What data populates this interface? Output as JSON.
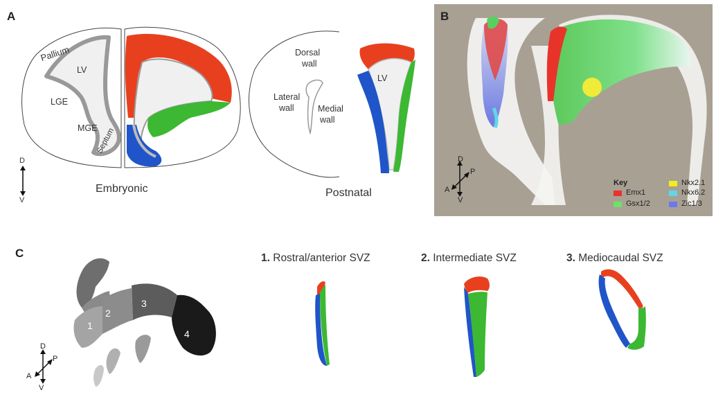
{
  "panel_a": {
    "letter": "A",
    "embryonic": {
      "pallium": "Pallium",
      "lv": "LV",
      "lge": "LGE",
      "mge": "MGE",
      "septum": "Septum",
      "axis_d": "D",
      "axis_v": "V",
      "caption": "Embryonic"
    },
    "postnatal": {
      "dorsal_wall": [
        "Dorsal",
        "wall"
      ],
      "lateral_wall": [
        "Lateral",
        "wall"
      ],
      "medial_wall": [
        "Medial",
        "wall"
      ],
      "lv": "LV",
      "caption": "Postnatal"
    }
  },
  "panel_b": {
    "letter": "B",
    "axes": {
      "d": "D",
      "p": "P",
      "a": "A",
      "v": "V"
    },
    "key": {
      "title": "Key",
      "items": [
        {
          "label": "Emx1",
          "color": "#e8332a"
        },
        {
          "label": "Nkx2.1",
          "color": "#f2ee1c"
        },
        {
          "label": "Gsx1/2",
          "color": "#6fe06a"
        },
        {
          "label": "Nkx6.2",
          "color": "#5fd8e6"
        },
        {
          "label": "Zic1/3",
          "color": "#6b78f0"
        }
      ]
    }
  },
  "panel_c": {
    "letter": "C",
    "axes": {
      "d": "D",
      "p": "P",
      "a": "A",
      "v": "V"
    },
    "segments": [
      "1",
      "2",
      "3",
      "4"
    ],
    "titles": [
      {
        "num": "1.",
        "text": " Rostral/anterior SVZ"
      },
      {
        "num": "2.",
        "text": " Intermediate SVZ"
      },
      {
        "num": "3.",
        "text": " Mediocaudal SVZ"
      }
    ]
  },
  "colors": {
    "red": "#e8401f",
    "green": "#3cb832",
    "blue": "#1f55c8",
    "panel_b_bg": "#a8a093"
  }
}
